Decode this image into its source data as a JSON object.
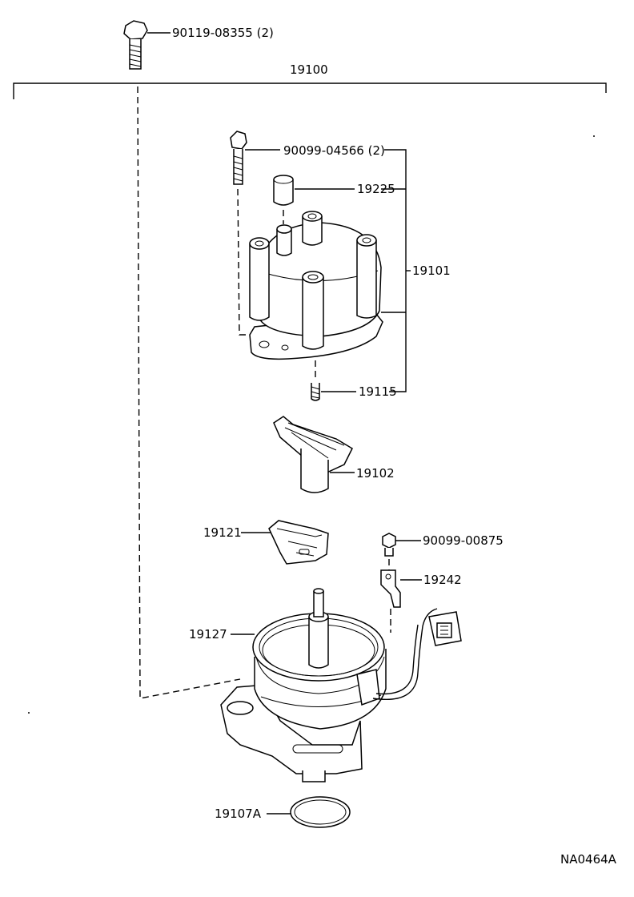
{
  "diagram": {
    "drawing_code": "NA0464A",
    "parts": [
      {
        "id": "bolt-top",
        "label": "90119-08355 (2)"
      },
      {
        "id": "assembly",
        "label": "19100"
      },
      {
        "id": "cap-bolt",
        "label": "90099-04566 (2)"
      },
      {
        "id": "carbon",
        "label": "19225"
      },
      {
        "id": "cap-sub",
        "label": "19101"
      },
      {
        "id": "spring",
        "label": "19115"
      },
      {
        "id": "rotor",
        "label": "19102"
      },
      {
        "id": "cover",
        "label": "19121"
      },
      {
        "id": "screw",
        "label": "90099-00875"
      },
      {
        "id": "clamp",
        "label": "19242"
      },
      {
        "id": "housing",
        "label": "19127"
      },
      {
        "id": "oring",
        "label": "19107A"
      }
    ]
  }
}
